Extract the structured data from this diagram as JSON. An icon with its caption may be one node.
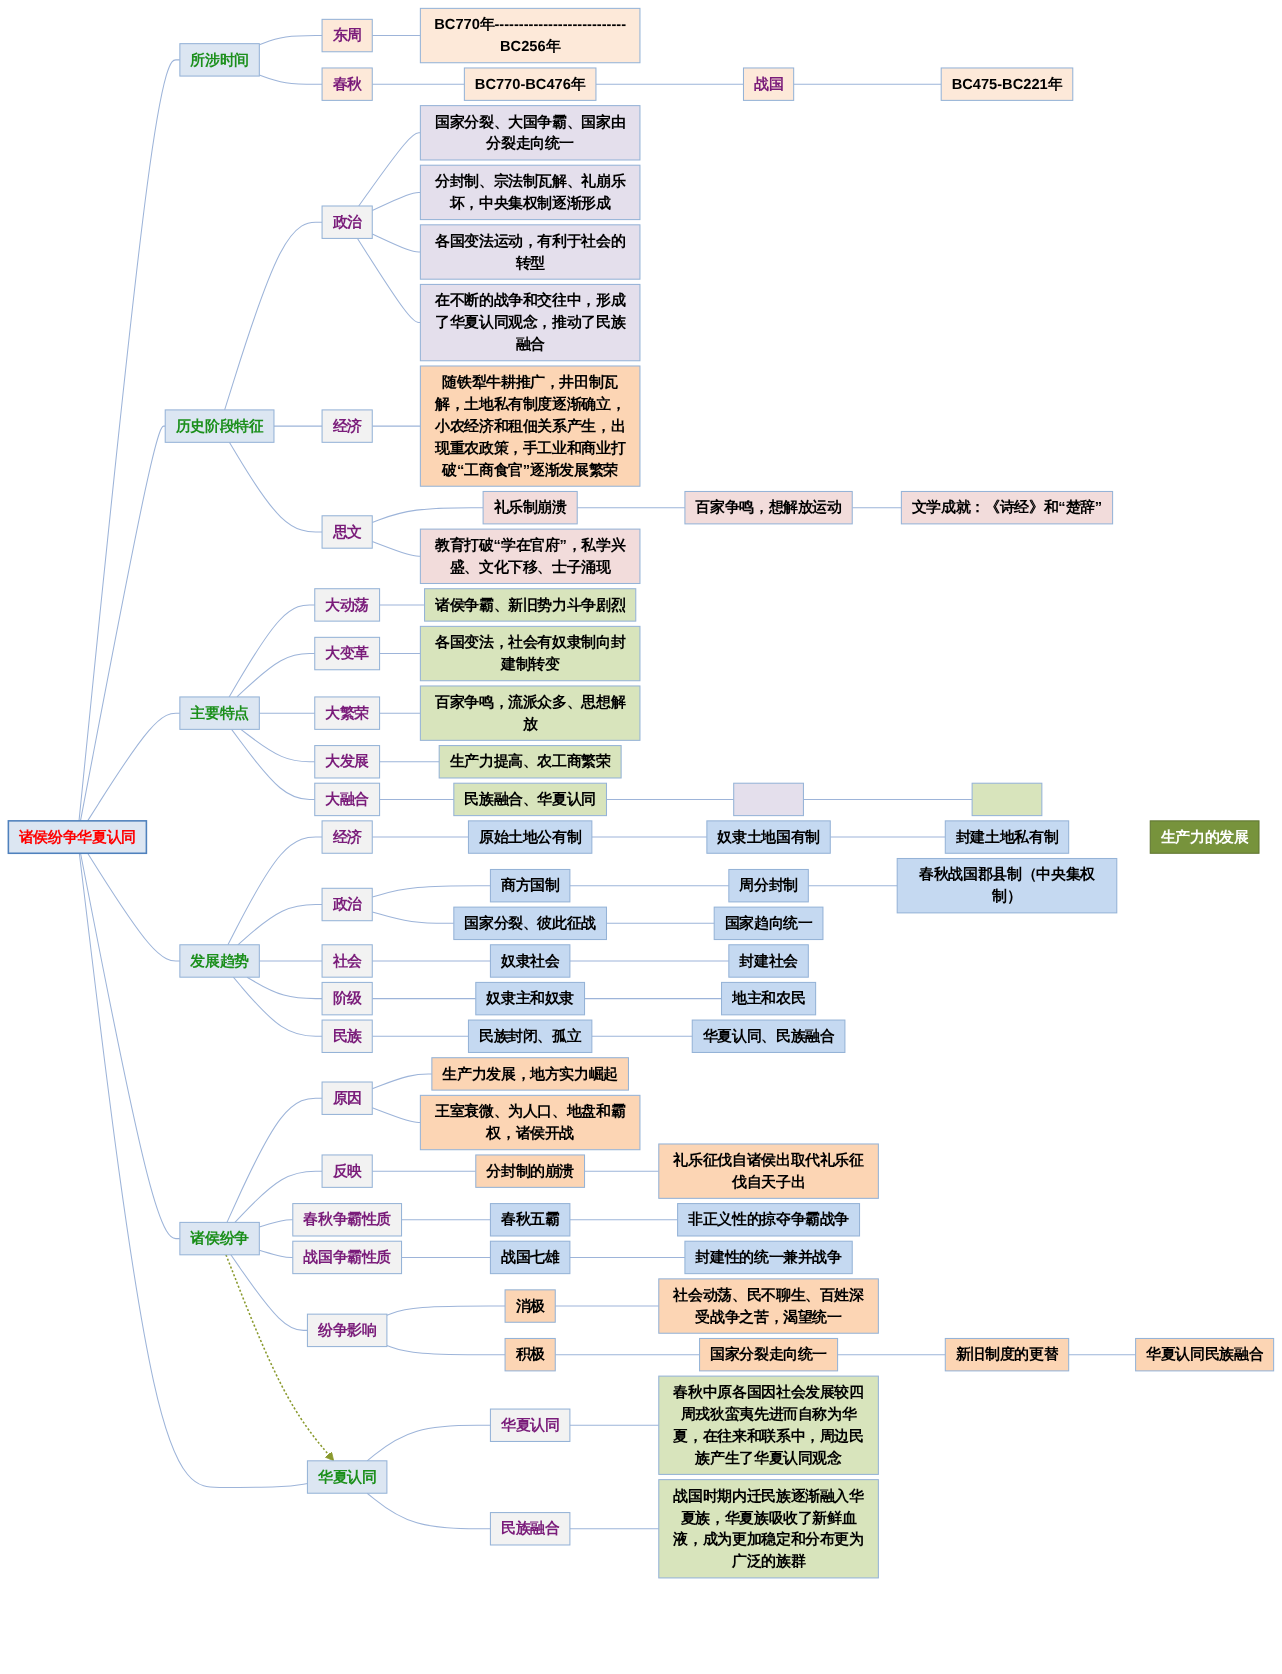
{
  "diagram": {
    "nodes": [
      {
        "text": [
          "诸侯纷争华夏认同"
        ]
      },
      {
        "text": [
          "所涉时间"
        ]
      },
      {
        "text": [
          "东周"
        ]
      },
      {
        "text": [
          "BC770年---------------------------BC256年"
        ]
      },
      {
        "text": [
          "春秋"
        ]
      },
      {
        "text": [
          "BC770-BC476年"
        ]
      },
      {
        "text": [
          "战国"
        ]
      },
      {
        "text": [
          "BC475-BC221年"
        ]
      },
      {
        "text": [
          "历史阶段特征"
        ]
      },
      {
        "text": [
          "政治"
        ]
      },
      {
        "text": [
          "国家分裂、大国争霸、国家由分裂走向统一"
        ]
      },
      {
        "text": [
          "分封制、宗法制瓦解、礼崩乐坏，中央集权制逐渐形成"
        ]
      },
      {
        "text": [
          "各国变法运动，有利于社会的转型"
        ]
      },
      {
        "text": [
          "在不断的战争和交往中，形成了华夏认同观念，推动了民族融合"
        ]
      },
      {
        "text": [
          "经济"
        ]
      },
      {
        "text": [
          "随铁犁牛耕推广，井田制瓦解，土地私有制度逐渐确立，小农经济和租佃关系产生，出现重农政策，手工业和商业打破“工商食官”逐渐发展繁荣"
        ]
      },
      {
        "text": [
          "思文"
        ]
      },
      {
        "text": [
          "礼乐制崩溃"
        ]
      },
      {
        "text": [
          "百家争鸣，想解放运动"
        ]
      },
      {
        "text": [
          "文学成就：《诗经》和“楚辞”"
        ]
      },
      {
        "text": [
          "教育打破“学在官府”，私学兴盛、文化下移、士子涌现"
        ]
      },
      {
        "text": [
          "主要特点"
        ]
      },
      {
        "text": [
          "大动荡"
        ]
      },
      {
        "text": [
          "诸侯争霸、新旧势力斗争剧烈"
        ]
      },
      {
        "text": [
          "大变革"
        ]
      },
      {
        "text": [
          "各国变法，社会有奴隶制向封建制转变"
        ]
      },
      {
        "text": [
          "大繁荣"
        ]
      },
      {
        "text": [
          "百家争鸣，流派众多、思想解放"
        ]
      },
      {
        "text": [
          "大发展"
        ]
      },
      {
        "text": [
          "生产力提高、农工商繁荣"
        ]
      },
      {
        "text": [
          "大融合"
        ]
      },
      {
        "text": [
          "民族融合、华夏认同"
        ]
      },
      {
        "text": [],
        "shape": "box"
      },
      {
        "text": [],
        "shape": "box"
      },
      {
        "text": [
          "发展趋势"
        ]
      },
      {
        "text": [
          "经济"
        ]
      },
      {
        "text": [
          "原始土地公有制"
        ]
      },
      {
        "text": [
          "奴隶土地国有制"
        ]
      },
      {
        "text": [
          "封建土地私有制"
        ]
      },
      {
        "text": [
          "政治"
        ]
      },
      {
        "text": [
          "商方国制"
        ]
      },
      {
        "text": [
          "周分封制"
        ]
      },
      {
        "text": [
          "春秋战国郡县制（中央集权制）"
        ]
      },
      {
        "text": [
          "国家分裂、彼此征战"
        ]
      },
      {
        "text": [
          "国家趋向统一"
        ]
      },
      {
        "text": [
          "社会"
        ]
      },
      {
        "text": [
          "奴隶社会"
        ]
      },
      {
        "text": [
          "封建社会"
        ]
      },
      {
        "text": [
          "阶级"
        ]
      },
      {
        "text": [
          "奴隶主和奴隶"
        ]
      },
      {
        "text": [
          "地主和农民"
        ]
      },
      {
        "text": [
          "民族"
        ]
      },
      {
        "text": [
          "民族封闭、孤立"
        ]
      },
      {
        "text": [
          "华夏认同、民族融合"
        ]
      },
      {
        "text": [
          "生产力的发展"
        ]
      },
      {
        "text": [
          "诸侯纷争"
        ]
      },
      {
        "text": [
          "原因"
        ]
      },
      {
        "text": [
          "生产力发展，地方实力崛起"
        ]
      },
      {
        "text": [
          "王室衰微、为人口、地盘和霸权，诸侯开战"
        ]
      },
      {
        "text": [
          "反映"
        ]
      },
      {
        "text": [
          "分封制的崩溃"
        ]
      },
      {
        "text": [
          "礼乐征伐自诸侯出取代礼乐征伐自天子出"
        ]
      },
      {
        "text": [
          "春秋争霸性质"
        ]
      },
      {
        "text": [
          "春秋五霸"
        ]
      },
      {
        "text": [
          "非正义性的掠夺争霸战争"
        ]
      },
      {
        "text": [
          "战国争霸性质"
        ]
      },
      {
        "text": [
          "战国七雄"
        ]
      },
      {
        "text": [
          "封建性的统一兼并战争"
        ]
      },
      {
        "text": [
          "纷争影响"
        ]
      },
      {
        "text": [
          "消极"
        ]
      },
      {
        "text": [
          "社会动荡、民不聊生、百姓深受战争之苦，渴望统一"
        ]
      },
      {
        "text": [
          "积极"
        ]
      },
      {
        "text": [
          "国家分裂走向统一"
        ]
      },
      {
        "text": [
          "新旧制度的更替"
        ]
      },
      {
        "text": [
          "华夏认同民族融合"
        ]
      },
      {
        "text": [
          "华夏认同"
        ]
      },
      {
        "text": [
          "华夏认同"
        ]
      },
      {
        "text": [
          "春秋中原各国因社会发展较四周戎狄蛮夷先进而自称为华夏，在往来和联系中，周边民族产生了华夏认同观念"
        ]
      },
      {
        "text": [
          "民族融合"
        ]
      },
      {
        "text": [
          "战国时期内迁民族逐渐融入华夏族，华夏族吸收了新鲜血液，成为更加稳定和分布更为广泛的族群"
        ]
      }
    ],
    "edges": [
      {
        "from": 0,
        "to": 1,
        "arrow": "none"
      },
      {
        "from": 1,
        "to": 2,
        "arrow": "none"
      },
      {
        "from": 2,
        "to": 3,
        "arrow": "none"
      },
      {
        "from": 1,
        "to": 4,
        "arrow": "none"
      },
      {
        "from": 4,
        "to": 5,
        "arrow": "none"
      },
      {
        "from": 5,
        "to": 6,
        "arrow": "none"
      },
      {
        "from": 6,
        "to": 7,
        "arrow": "none"
      },
      {
        "from": 0,
        "to": 8,
        "arrow": "none"
      },
      {
        "from": 8,
        "to": 9,
        "arrow": "none"
      },
      {
        "from": 9,
        "to": 10,
        "arrow": "none"
      },
      {
        "from": 9,
        "to": 11,
        "arrow": "none"
      },
      {
        "from": 9,
        "to": 12,
        "arrow": "none"
      },
      {
        "from": 9,
        "to": 13,
        "arrow": "none"
      },
      {
        "from": 8,
        "to": 14,
        "arrow": "none"
      },
      {
        "from": 14,
        "to": 15,
        "arrow": "none"
      },
      {
        "from": 8,
        "to": 16,
        "arrow": "none"
      },
      {
        "from": 16,
        "to": 17,
        "arrow": "none"
      },
      {
        "from": 17,
        "to": 18,
        "arrow": "none"
      },
      {
        "from": 18,
        "to": 19,
        "arrow": "none"
      },
      {
        "from": 16,
        "to": 20,
        "arrow": "none"
      },
      {
        "from": 0,
        "to": 21,
        "arrow": "none"
      },
      {
        "from": 21,
        "to": 22,
        "arrow": "none"
      },
      {
        "from": 22,
        "to": 23,
        "arrow": "none"
      },
      {
        "from": 21,
        "to": 24,
        "arrow": "none"
      },
      {
        "from": 24,
        "to": 25,
        "arrow": "none"
      },
      {
        "from": 21,
        "to": 26,
        "arrow": "none"
      },
      {
        "from": 26,
        "to": 27,
        "arrow": "none"
      },
      {
        "from": 21,
        "to": 28,
        "arrow": "none"
      },
      {
        "from": 28,
        "to": 29,
        "arrow": "none"
      },
      {
        "from": 21,
        "to": 30,
        "arrow": "none"
      },
      {
        "from": 30,
        "to": 31,
        "arrow": "none"
      },
      {
        "from": 31,
        "to": 32,
        "arrow": "none"
      },
      {
        "from": 32,
        "to": 33,
        "arrow": "none"
      },
      {
        "from": 0,
        "to": 34,
        "arrow": "none"
      },
      {
        "from": 34,
        "to": 35,
        "arrow": "none"
      },
      {
        "from": 35,
        "to": 36,
        "arrow": "none"
      },
      {
        "from": 36,
        "to": 37,
        "arrow": "none"
      },
      {
        "from": 37,
        "to": 38,
        "arrow": "none"
      },
      {
        "from": 34,
        "to": 39,
        "arrow": "none"
      },
      {
        "from": 39,
        "to": 40,
        "arrow": "none"
      },
      {
        "from": 40,
        "to": 41,
        "arrow": "none"
      },
      {
        "from": 41,
        "to": 42,
        "arrow": "none"
      },
      {
        "from": 39,
        "to": 43,
        "arrow": "none"
      },
      {
        "from": 43,
        "to": 44,
        "arrow": "none"
      },
      {
        "from": 34,
        "to": 45,
        "arrow": "none"
      },
      {
        "from": 45,
        "to": 46,
        "arrow": "none"
      },
      {
        "from": 46,
        "to": 47,
        "arrow": "none"
      },
      {
        "from": 34,
        "to": 48,
        "arrow": "none"
      },
      {
        "from": 48,
        "to": 49,
        "arrow": "none"
      },
      {
        "from": 49,
        "to": 50,
        "arrow": "none"
      },
      {
        "from": 34,
        "to": 51,
        "arrow": "none"
      },
      {
        "from": 51,
        "to": 52,
        "arrow": "none"
      },
      {
        "from": 52,
        "to": 53,
        "arrow": "none"
      },
      {
        "from": 0,
        "to": 55,
        "arrow": "none"
      },
      {
        "from": 55,
        "to": 56,
        "arrow": "none"
      },
      {
        "from": 56,
        "to": 57,
        "arrow": "none"
      },
      {
        "from": 56,
        "to": 58,
        "arrow": "none"
      },
      {
        "from": 55,
        "to": 59,
        "arrow": "none"
      },
      {
        "from": 59,
        "to": 60,
        "arrow": "none"
      },
      {
        "from": 60,
        "to": 61,
        "arrow": "none"
      },
      {
        "from": 55,
        "to": 62,
        "arrow": "none"
      },
      {
        "from": 62,
        "to": 63,
        "arrow": "none"
      },
      {
        "from": 63,
        "to": 64,
        "arrow": "none"
      },
      {
        "from": 55,
        "to": 65,
        "arrow": "none"
      },
      {
        "from": 65,
        "to": 66,
        "arrow": "none"
      },
      {
        "from": 66,
        "to": 67,
        "arrow": "none"
      },
      {
        "from": 55,
        "to": 68,
        "arrow": "none"
      },
      {
        "from": 68,
        "to": 69,
        "arrow": "none"
      },
      {
        "from": 69,
        "to": 70,
        "arrow": "none"
      },
      {
        "from": 68,
        "to": 71,
        "arrow": "none"
      },
      {
        "from": 71,
        "to": 72,
        "arrow": "none"
      },
      {
        "from": 72,
        "to": 73,
        "arrow": "none"
      },
      {
        "from": 73,
        "to": 74,
        "arrow": "none"
      },
      {
        "from": 0,
        "to": 75,
        "arrow": "none"
      },
      {
        "from": 75,
        "to": 76,
        "arrow": "none"
      },
      {
        "from": 76,
        "to": 77,
        "arrow": "none"
      },
      {
        "from": 75,
        "to": 78,
        "arrow": "none"
      },
      {
        "from": 78,
        "to": 79,
        "arrow": "none"
      },
      {
        "from": 55,
        "to": 75,
        "arrow": "to",
        "style": "dashed",
        "color": "#8a9a2e"
      }
    ]
  }
}
